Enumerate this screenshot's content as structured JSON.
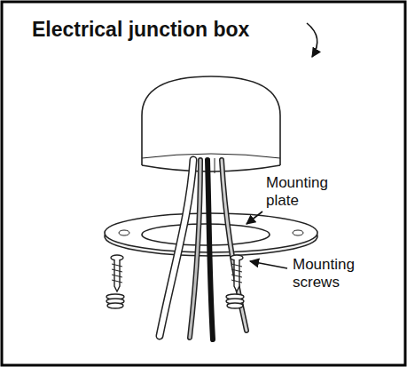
{
  "diagram": {
    "labels": [
      "Electrical junction box",
      "Mounting plate",
      "Mounting screws"
    ]
  }
}
